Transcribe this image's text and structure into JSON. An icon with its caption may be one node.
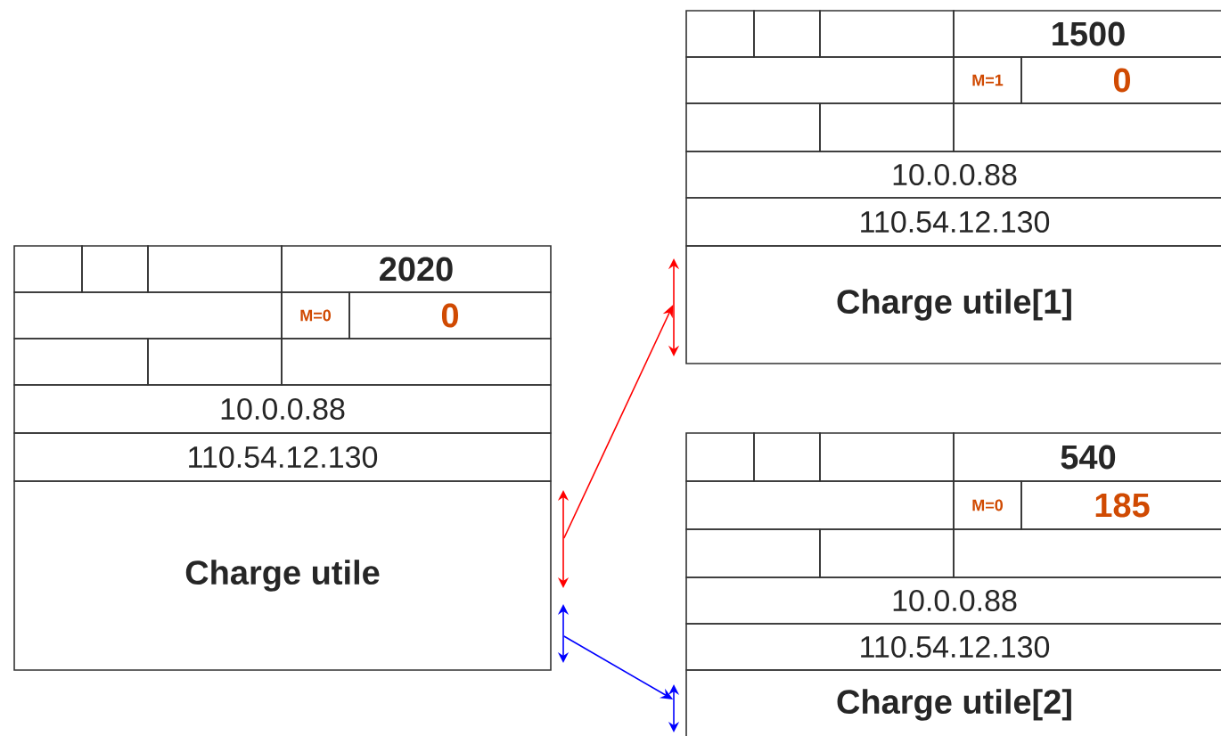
{
  "diagram": {
    "nodes": [
      {
        "text": [
          "2020"
        ]
      },
      {
        "text": [
          "M=0"
        ]
      },
      {
        "text": [
          "0"
        ]
      },
      {
        "text": [
          "10.0.0.88"
        ]
      },
      {
        "text": [
          "110.54.12.130"
        ]
      },
      {
        "text": [
          "Charge utile"
        ]
      },
      {
        "text": [
          "1500"
        ]
      },
      {
        "text": [
          "M=1"
        ]
      },
      {
        "text": [
          "0"
        ]
      },
      {
        "text": [
          "10.0.0.88"
        ]
      },
      {
        "text": [
          "110.54.12.130"
        ]
      },
      {
        "text": [
          "Charge utile[1]"
        ]
      },
      {
        "text": [
          "540"
        ]
      },
      {
        "text": [
          "M=0"
        ]
      },
      {
        "text": [
          "185"
        ]
      },
      {
        "text": [
          "10.0.0.88"
        ]
      },
      {
        "text": [
          "110.54.12.130"
        ]
      },
      {
        "text": [
          "Charge utile[2]"
        ]
      }
    ],
    "edges": [
      {
        "from": 5,
        "to": 11,
        "arrow": "to",
        "color": "#ff0000"
      },
      {
        "from": 5,
        "to": 17,
        "arrow": "to",
        "color": "#0000ff"
      }
    ]
  }
}
